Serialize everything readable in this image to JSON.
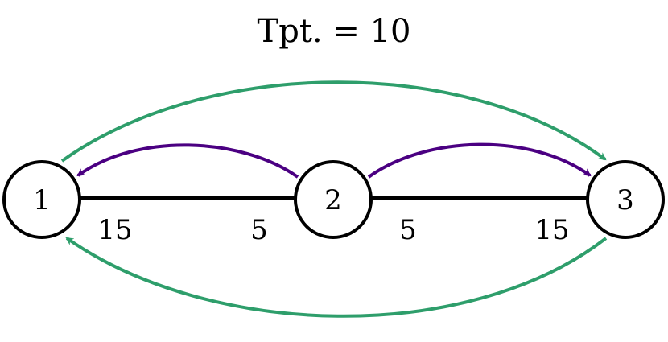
{
  "title": "Tpt. = 10",
  "nodes": [
    {
      "id": "node-1",
      "label": "1"
    },
    {
      "id": "node-2",
      "label": "2"
    },
    {
      "id": "node-3",
      "label": "3"
    }
  ],
  "edges": [
    {
      "id": "edge-1-2",
      "from": "1",
      "to": "2",
      "label_near_from": "15",
      "label_near_to": "5"
    },
    {
      "id": "edge-2-3",
      "from": "2",
      "to": "3",
      "label_near_from": "5",
      "label_near_to": "15"
    }
  ],
  "flows": [
    {
      "id": "flow-2-to-1",
      "from": "2",
      "to": "1",
      "color": "#4b0082"
    },
    {
      "id": "flow-2-to-3",
      "from": "2",
      "to": "3",
      "color": "#4b0082"
    },
    {
      "id": "flow-1-to-3",
      "from": "1",
      "to": "3",
      "color": "#2e9e6b"
    },
    {
      "id": "flow-3-to-1",
      "from": "3",
      "to": "1",
      "color": "#2e9e6b"
    }
  ],
  "colors": {
    "purple": "#4b0082",
    "green": "#2e9e6b"
  }
}
